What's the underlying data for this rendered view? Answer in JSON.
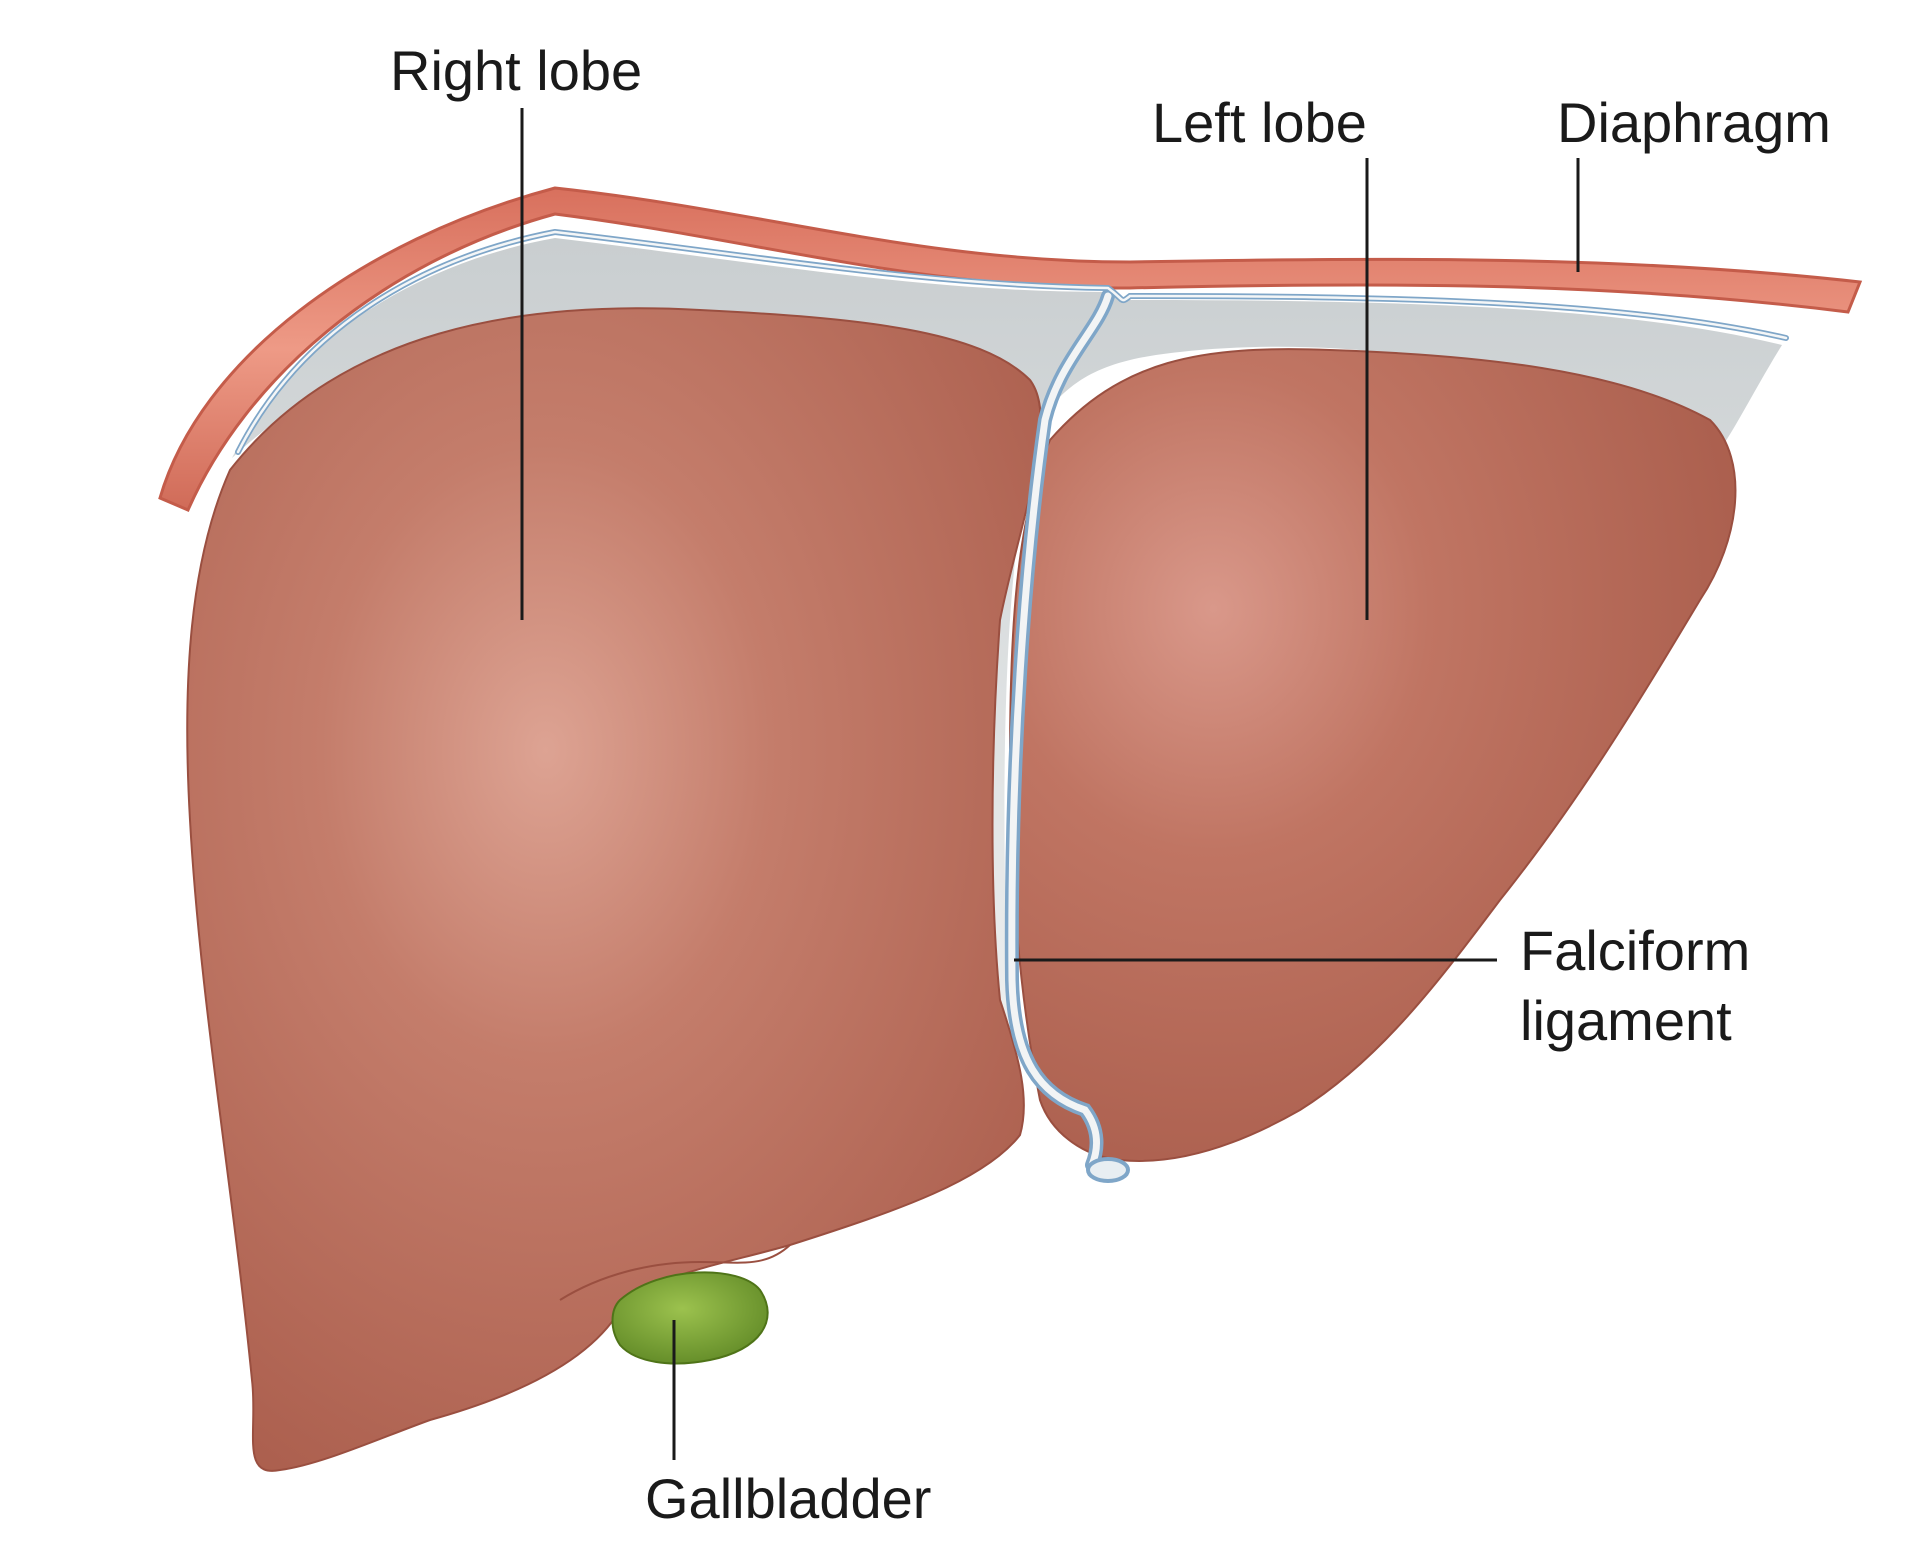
{
  "diagram": {
    "labels": {
      "right_lobe": "Right lobe",
      "left_lobe": "Left lobe",
      "diaphragm": "Diaphragm",
      "falciform_line1": "Falciform",
      "falciform_line2": "ligament",
      "gallbladder": "Gallbladder"
    },
    "colors": {
      "liver": "#b86a58",
      "liver_dark": "#9a5041",
      "liver_highlight": "#d79a8a",
      "diaphragm": "#e08a78",
      "diaphragm_edge": "#c8604e",
      "peritoneum": "#dfe3e4",
      "ligament_edge": "#7fa6c8",
      "gallbladder": "#7fa83a",
      "gallbladder_dark": "#5a7f22",
      "leader_line": "#1a1a1a"
    }
  }
}
